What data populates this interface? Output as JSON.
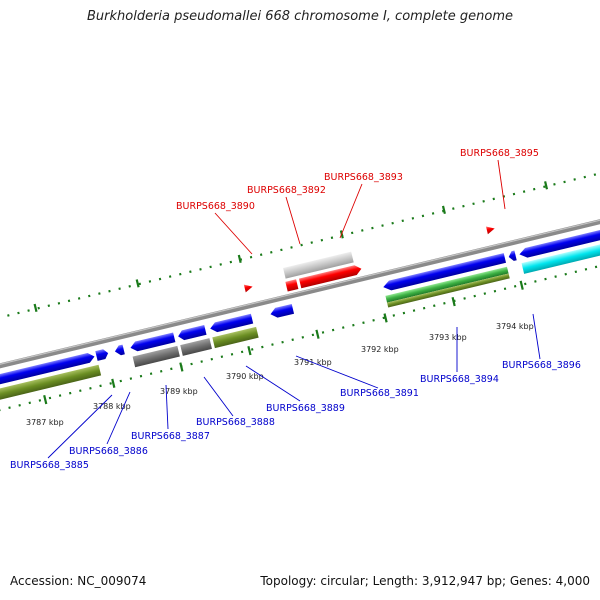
{
  "title": "Burkholderia pseudomallei 668 chromosome I, complete genome",
  "accession": "Accession: NC_009074",
  "summary": "Topology: circular; Length: 3,912,947 bp; Genes: 4,000",
  "colors": {
    "forward_strand": "#0000e0",
    "feature_red": "#ff0000",
    "feature_grey": "#c0c0c0",
    "feature_dark_grey": "#707070",
    "feature_olive": "#6b8e23",
    "feature_green": "#3cb043",
    "feature_cyan": "#00e5ee",
    "label_red": "#dd0000",
    "label_blue": "#0000cc",
    "tick_green": "#1a7a1a",
    "backbone": "#808080"
  },
  "scale_ticks": [
    "3787 kbp",
    "3788 kbp",
    "3789 kbp",
    "3790 kbp",
    "3791 kbp",
    "3792 kbp",
    "3793 kbp",
    "3794 kbp"
  ],
  "gene_labels_top": [
    "BURPS668_3890",
    "BURPS668_3892",
    "BURPS668_3893",
    "BURPS668_3895"
  ],
  "gene_labels_bottom": [
    "BURPS668_3885",
    "BURPS668_3886",
    "BURPS668_3887",
    "BURPS668_3888",
    "BURPS668_3889",
    "BURPS668_3891",
    "BURPS668_3894",
    "BURPS668_3896"
  ]
}
